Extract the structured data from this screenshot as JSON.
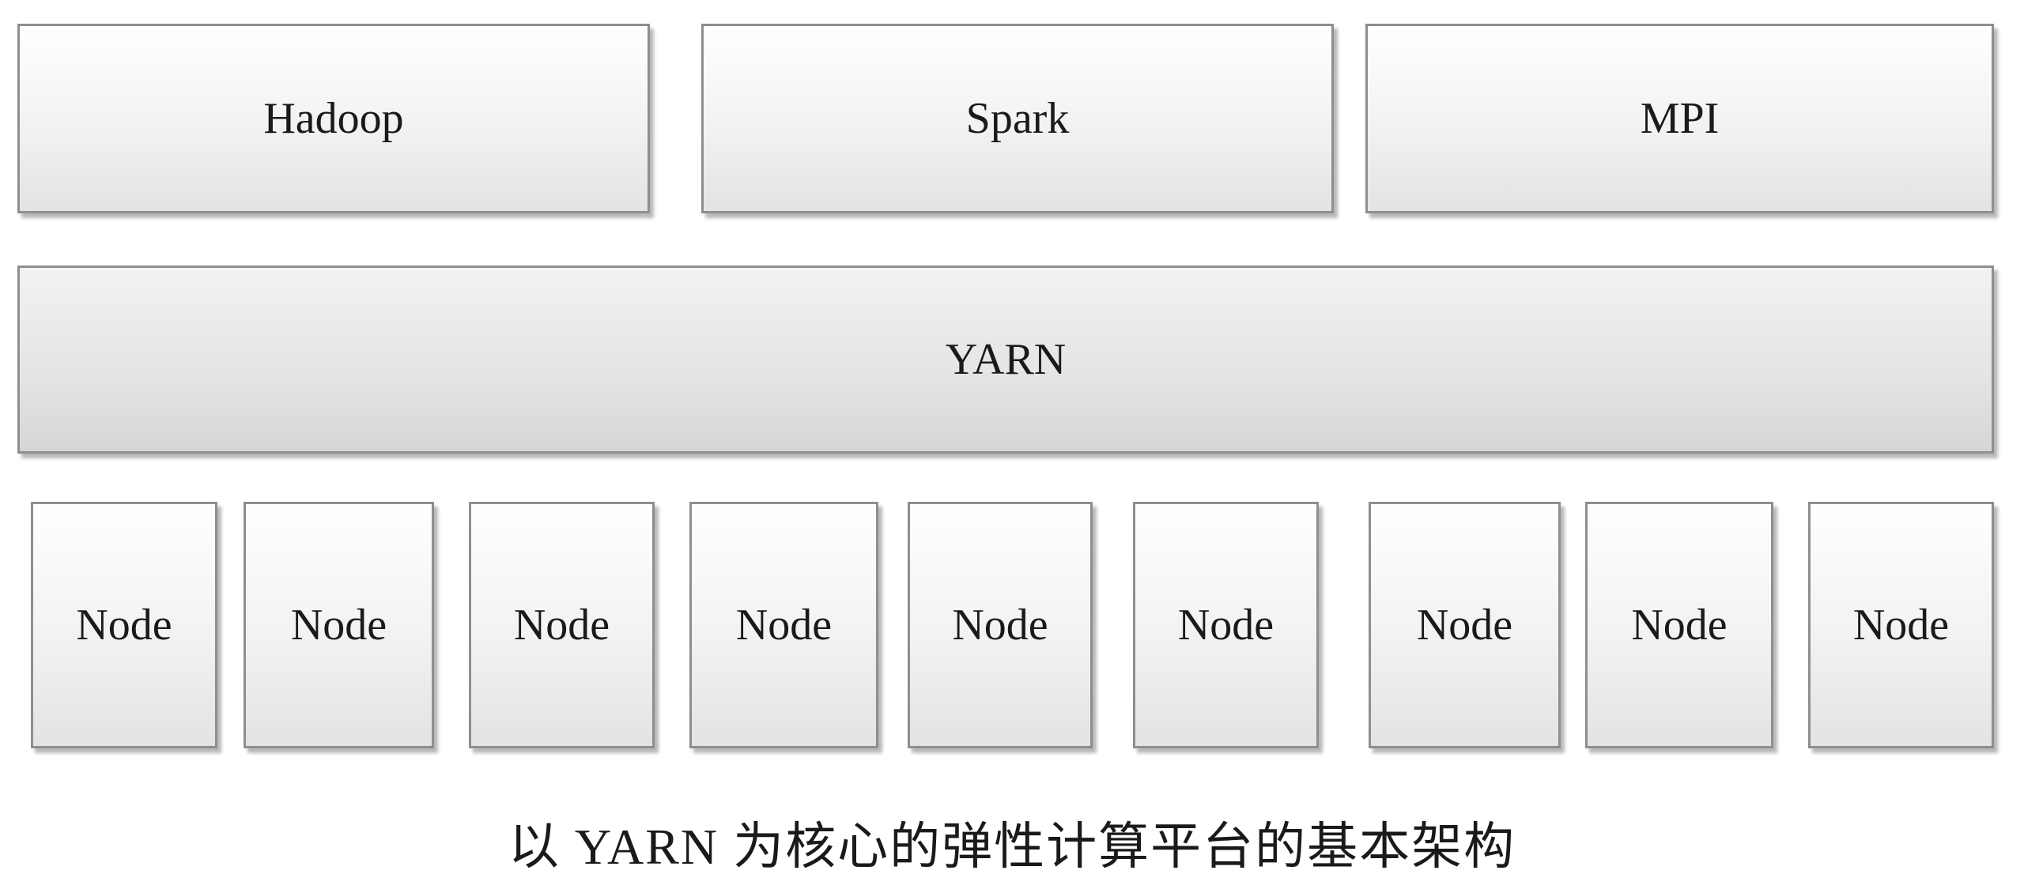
{
  "frameworks": [
    {
      "label": "Hadoop"
    },
    {
      "label": "Spark"
    },
    {
      "label": "MPI"
    }
  ],
  "platform": {
    "label": "YARN"
  },
  "nodes": [
    {
      "label": "Node"
    },
    {
      "label": "Node"
    },
    {
      "label": "Node"
    },
    {
      "label": "Node"
    },
    {
      "label": "Node"
    },
    {
      "label": "Node"
    },
    {
      "label": "Node"
    },
    {
      "label": "Node"
    },
    {
      "label": "Node"
    }
  ],
  "caption": "以 YARN 为核心的弹性计算平台的基本架构"
}
